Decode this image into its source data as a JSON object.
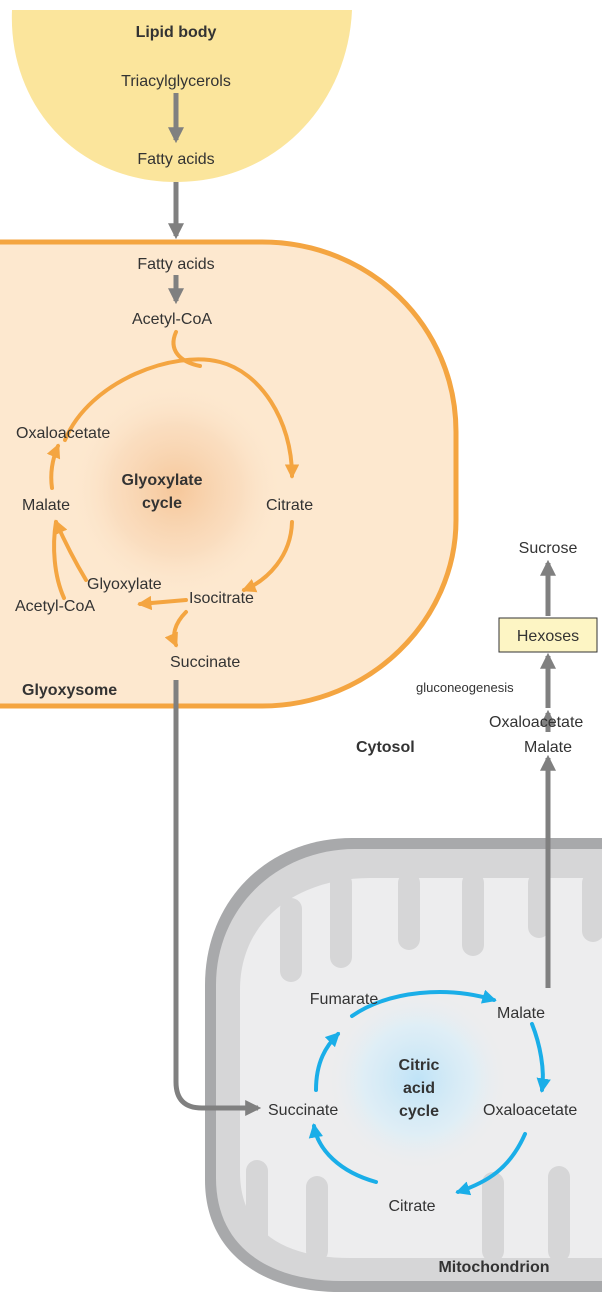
{
  "colors": {
    "lipid_body": "#fbe59c",
    "glyoxysome_fill": "#fde8cf",
    "glyoxysome_border": "#f4a541",
    "orange_arrow": "#f4a541",
    "gray_arrow": "#808080",
    "mitochondrion_outer": "#a8a9ab",
    "mitochondrion_inner": "#d6d6d7",
    "mitochondrion_matrix": "#ededee",
    "blue_arrow": "#1aaee8",
    "hexoses_box": "#fdf5c4"
  },
  "lipid_body": {
    "title": "Lipid body",
    "triacylglycerols": "Triacylglycerols",
    "fatty_acids": "Fatty acids"
  },
  "glyoxysome": {
    "title": "Glyoxysome",
    "fatty_acids": "Fatty acids",
    "acetyl_coa": "Acetyl-CoA",
    "cycle_title_line1": "Glyoxylate",
    "cycle_title_line2": "cycle",
    "citrate": "Citrate",
    "isocitrate": "Isocitrate",
    "glyoxylate": "Glyoxylate",
    "acetyl_coa_2": "Acetyl-CoA",
    "malate": "Malate",
    "oxaloacetate": "Oxaloacetate",
    "succinate": "Succinate"
  },
  "cytosol": {
    "title": "Cytosol",
    "sucrose": "Sucrose",
    "hexoses": "Hexoses",
    "gluconeogenesis": "gluconeogenesis",
    "oxaloacetate": "Oxaloacetate",
    "malate": "Malate"
  },
  "mitochondrion": {
    "title": "Mitochondrion",
    "cycle_title_line1": "Citric",
    "cycle_title_line2": "acid",
    "cycle_title_line3": "cycle",
    "fumarate": "Fumarate",
    "malate": "Malate",
    "succinate": "Succinate",
    "oxaloacetate": "Oxaloacetate",
    "citrate": "Citrate"
  }
}
